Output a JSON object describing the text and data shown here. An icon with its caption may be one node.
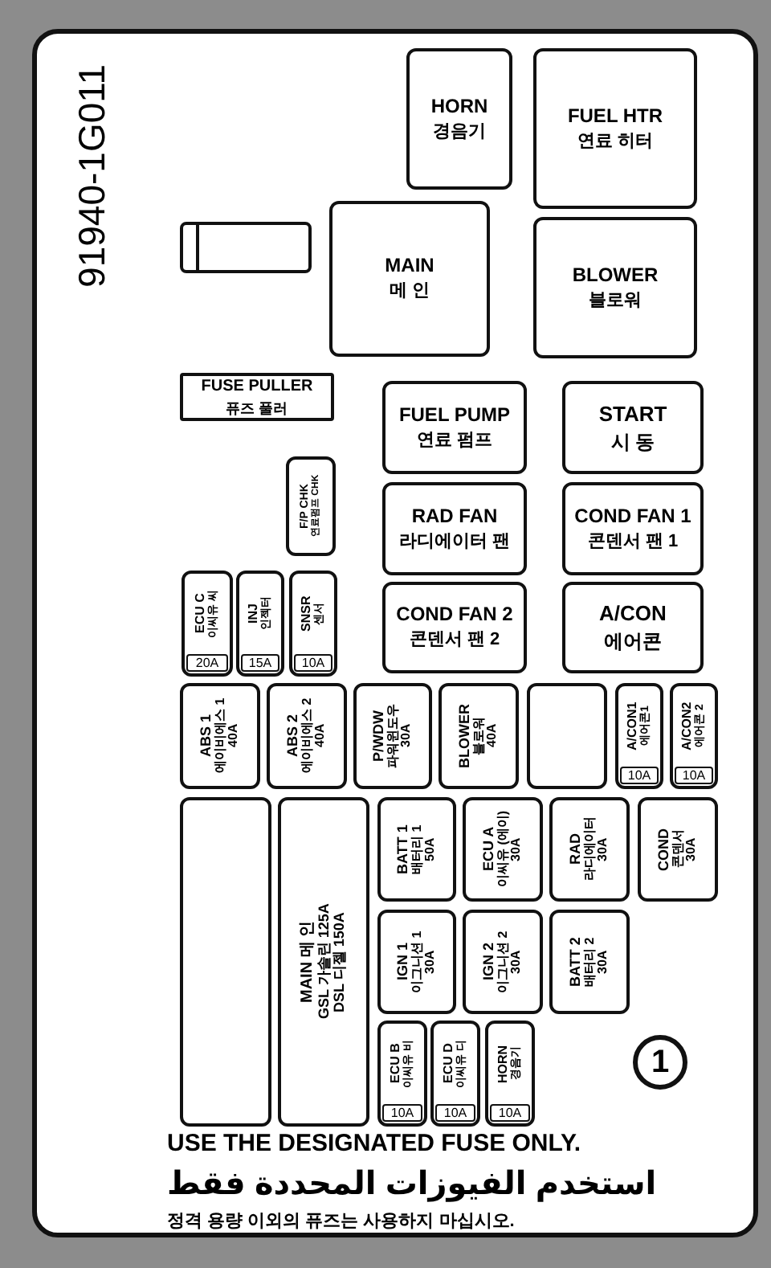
{
  "diagram": {
    "nodes": [
      {
        "text": [
          "HORN",
          "경음기"
        ]
      },
      {
        "text": [
          "FUEL HTR",
          "연료 히터"
        ]
      },
      {
        "text": [],
        "shape": "box"
      },
      {
        "text": [
          "MAIN",
          "메 인"
        ]
      },
      {
        "text": [
          "BLOWER",
          "블로워"
        ]
      },
      {
        "text": [
          "FUSE PULLER",
          "퓨즈 풀러"
        ]
      },
      {
        "text": [
          "FUEL PUMP",
          "연료 펌프"
        ]
      },
      {
        "text": [
          "START",
          "시 동"
        ]
      },
      {
        "text": [
          "F/P CHK",
          "연료펌프 CHK"
        ]
      },
      {
        "text": [
          "RAD FAN",
          "라디에이터 팬"
        ]
      },
      {
        "text": [
          "COND FAN 1",
          "콘덴서 팬 1"
        ]
      },
      {
        "text": [
          "ECU C",
          "이씨유 씨",
          "20A"
        ]
      },
      {
        "text": [
          "INJ",
          "인젝터",
          "15A"
        ]
      },
      {
        "text": [
          "SNSR",
          "센서",
          "10A"
        ]
      },
      {
        "text": [
          "COND FAN 2",
          "콘덴서 팬 2"
        ]
      },
      {
        "text": [
          "A/CON",
          "에어콘"
        ]
      },
      {
        "text": [
          "ABS 1",
          "에이비에스 1",
          "40A"
        ]
      },
      {
        "text": [
          "ABS 2",
          "에이비에스 2",
          "40A"
        ]
      },
      {
        "text": [
          "P/WDW",
          "파워윈도우",
          "30A"
        ]
      },
      {
        "text": [
          "BLOWER",
          "블로워",
          "40A"
        ]
      },
      {
        "text": [],
        "shape": "box"
      },
      {
        "text": [
          "A/CON1",
          "에어콘1",
          "10A"
        ]
      },
      {
        "text": [
          "A/CON2",
          "에어콘 2",
          "10A"
        ]
      },
      {
        "text": [],
        "shape": "box"
      },
      {
        "text": [
          "MAIN 메 인",
          "GSL 가솔린 125A",
          "DSL 디젤 150A"
        ]
      },
      {
        "text": [
          "BATT 1",
          "배터리 1",
          "50A"
        ]
      },
      {
        "text": [
          "ECU A",
          "이씨유 (에이)",
          "30A"
        ]
      },
      {
        "text": [
          "RAD",
          "라디에이터",
          "30A"
        ]
      },
      {
        "text": [
          "COND",
          "콘덴서",
          "30A"
        ]
      },
      {
        "text": [
          "IGN 1",
          "이그니션 1",
          "30A"
        ]
      },
      {
        "text": [
          "IGN 2",
          "이그니션 2",
          "30A"
        ]
      },
      {
        "text": [
          "BATT 2",
          "배터리 2",
          "30A"
        ]
      },
      {
        "text": [
          "ECU B",
          "이씨유 비",
          "10A"
        ]
      },
      {
        "text": [
          "ECU D",
          "이씨유 디",
          "10A"
        ]
      },
      {
        "text": [
          "HORN",
          "경음기",
          "10A"
        ]
      }
    ],
    "labels": [
      "91940-1G011",
      "1",
      "USE THE DESIGNATED FUSE ONLY.",
      "استخدم الفيوزات المحددة فقط",
      "정격 용량 이외의 퓨즈는 사용하지 마십시오."
    ]
  }
}
